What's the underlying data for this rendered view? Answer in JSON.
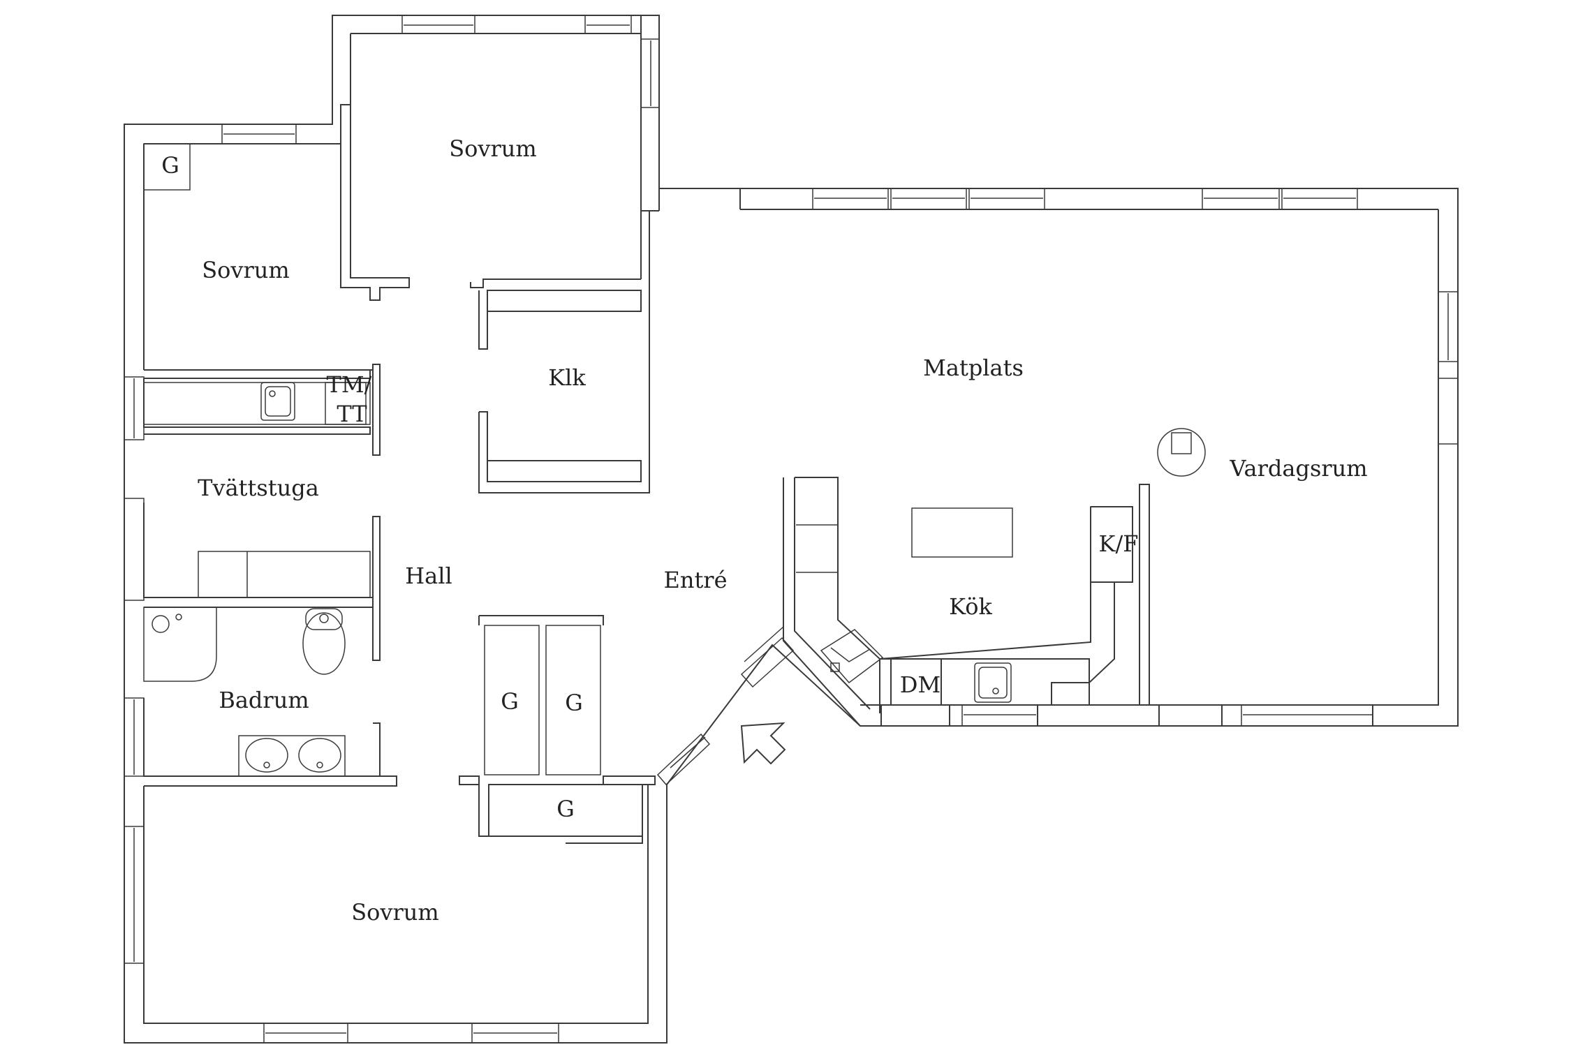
{
  "rooms": {
    "sovrum_top": "Sovrum",
    "sovrum_left": "Sovrum",
    "sovrum_bottom": "Sovrum",
    "klk": "Klk",
    "matplats": "Matplats",
    "vardagsrum": "Vardagsrum",
    "tvattstuga": "Tvättstuga",
    "hall": "Hall",
    "entre": "Entré",
    "kok": "Kök",
    "badrum": "Badrum"
  },
  "fixtures": {
    "g_corner": "G",
    "tm_line1": "TM/",
    "tm_line2": "TT",
    "kf": "K/F",
    "dm": "DM",
    "g_wardrobe_1": "G",
    "g_wardrobe_2": "G",
    "g_wardrobe_3": "G"
  },
  "colors": {
    "line": "#3a3a3a",
    "text": "#222222",
    "background": "#ffffff"
  },
  "icons": [
    "entrance-arrow-icon",
    "sink-icon",
    "toilet-icon",
    "shower-icon",
    "stove-icon",
    "fireplace-icon"
  ]
}
